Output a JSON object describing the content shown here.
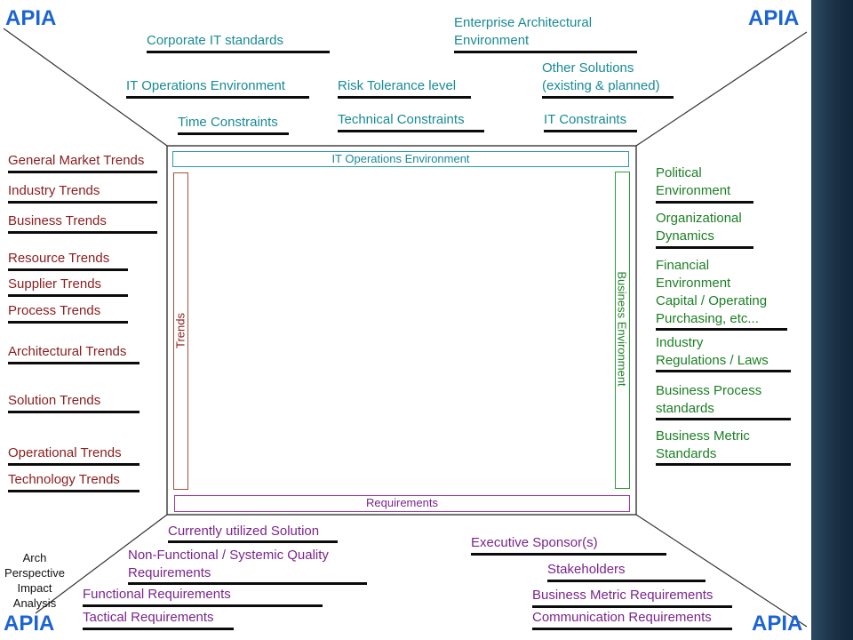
{
  "logo": {
    "text": "APIA"
  },
  "top": {
    "corporate_it_standards": "Corporate IT standards",
    "enterprise_arch_env": [
      "Enterprise Architectural",
      "Environment"
    ],
    "it_operations_environment": "IT Operations Environment",
    "risk_tolerance_level": "Risk Tolerance level",
    "other_solutions": [
      "Other Solutions",
      "(existing & planned)"
    ],
    "time_constraints": "Time Constraints",
    "technical_constraints": "Technical Constraints",
    "it_constraints": "IT Constraints"
  },
  "left": {
    "items": [
      "General Market Trends",
      "Industry Trends",
      "Business Trends",
      "Resource Trends",
      "Supplier Trends",
      "Process Trends",
      "Architectural Trends",
      "Solution Trends",
      "Operational Trends",
      "Technology Trends"
    ]
  },
  "right": {
    "political": [
      "Political",
      "Environment"
    ],
    "organizational": [
      "Organizational",
      "Dynamics"
    ],
    "financial": [
      "Financial",
      "Environment",
      "Capital / Operating",
      "Purchasing, etc..."
    ],
    "industry_regs": [
      "Industry",
      "Regulations / Laws"
    ],
    "business_process": [
      "Business Process",
      "standards"
    ],
    "business_metric": [
      "Business Metric",
      "Standards"
    ]
  },
  "center": {
    "top_bar": "IT Operations Environment",
    "left_bar": "Trends",
    "right_bar": "Business Environment",
    "bottom_bar": "Requirements"
  },
  "bottom": {
    "currently_utilized": "Currently utilized Solution",
    "non_functional": [
      "Non-Functional / Systemic Quality",
      "Requirements"
    ],
    "functional": "Functional Requirements",
    "tactical": "Tactical Requirements",
    "executive_sponsor": "Executive Sponsor(s)",
    "stakeholders": "Stakeholders",
    "business_metric_req": "Business Metric Requirements",
    "communication_req": "Communication Requirements"
  },
  "arch_caption": [
    "Arch",
    "Perspective",
    "Impact",
    "Analysis"
  ],
  "colors": {
    "apia": "#1c63d4",
    "teal": "#188a96",
    "red": "#8a1d1d",
    "green": "#1b7f24",
    "purple": "#7a258c"
  }
}
